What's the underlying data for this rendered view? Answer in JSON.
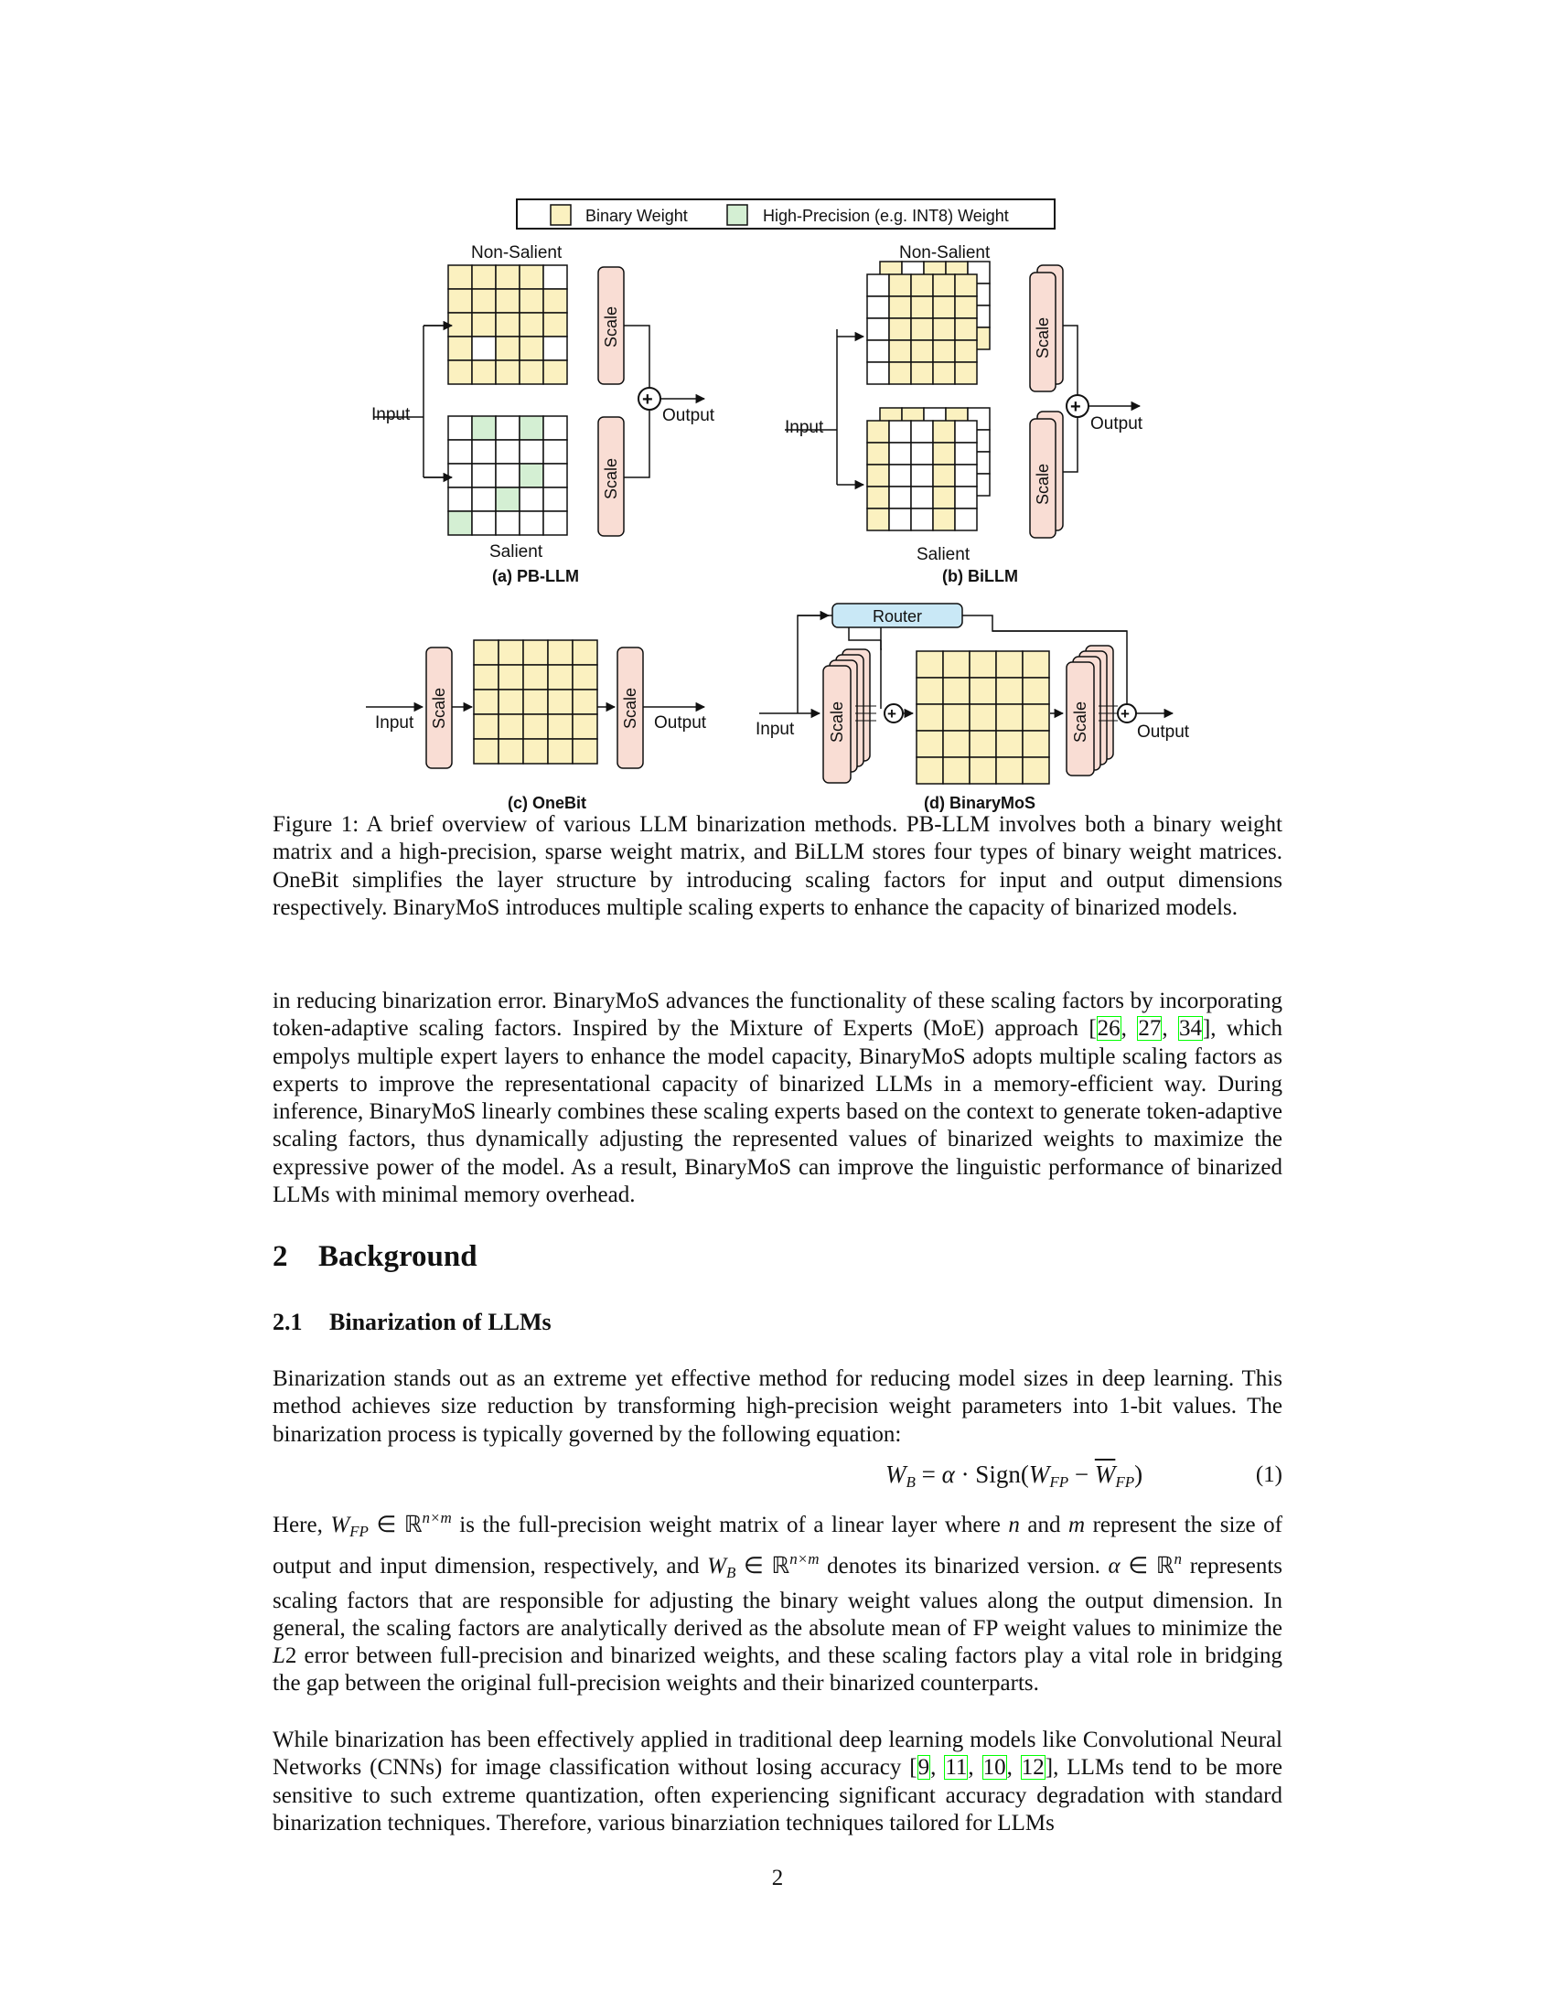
{
  "figure": {
    "legend": {
      "binary": "Binary Weight",
      "high_precision": "High-Precision (e.g. INT8) Weight"
    },
    "labels": {
      "non_salient": "Non-Salient",
      "salient": "Salient",
      "input": "Input",
      "output": "Output",
      "scale": "Scale",
      "router": "Router"
    },
    "panels": {
      "a": "(a) PB-LLM",
      "b": "(b) BiLLM",
      "c": "(c) OneBit",
      "d": "(d) BinaryMoS"
    },
    "colors": {
      "binary_fill": "#fbf1c0",
      "high_precision_fill": "#d4efd3",
      "scale_fill": "#f9ddd4",
      "router_fill": "#c9e8f6"
    }
  },
  "caption": "Figure 1: A brief overview of various LLM binarization methods. PB-LLM involves both a binary weight matrix and a high-precision, sparse weight matrix, and BiLLM stores four types of binary weight matrices. OneBit simplifies the layer structure by introducing scaling factors for input and output dimensions respectively. BinaryMoS introduces multiple scaling experts to enhance the capacity of binarized models.",
  "intro_paragraph": {
    "part1": "in reducing binarization error. BinaryMoS advances the functionality of these scaling factors by incorporating token-adaptive scaling factors. Inspired by the Mixture of Experts (MoE) approach [",
    "cite1": "26",
    "sep1": ", ",
    "cite2": "27",
    "sep2": ", ",
    "cite3": "34",
    "part2": "], which empolys multiple expert layers to enhance the model capacity, BinaryMoS adopts multiple scaling factors as experts to improve the representational capacity of binarized LLMs in a memory-efficient way. During inference, BinaryMoS linearly combines these scaling experts based on the context to generate token-adaptive scaling factors, thus dynamically adjusting the represented values of binarized weights to maximize the expressive power of the model. As a result, BinaryMoS can improve the linguistic performance of binarized LLMs with minimal memory overhead."
  },
  "section": {
    "number": "2",
    "title": "Background"
  },
  "subsection": {
    "number": "2.1",
    "title": "Binarization of LLMs"
  },
  "para_binarization": "Binarization stands out as an extreme yet effective method for reducing model sizes in deep learning. This method achieves size reduction by transforming high-precision weight parameters into 1-bit values. The binarization process is typically governed by the following equation:",
  "equation": {
    "number": "(1)"
  },
  "para_here": {
    "t1": "Here, ",
    "t2": " is the full-precision weight matrix of a linear layer where ",
    "t3": " and ",
    "t4": " represent the size of output and input dimension, respectively, and ",
    "t5": " denotes its binarized version. ",
    "t6": " represents scaling factors that are responsible for adjusting the binary weight values along the output dimension. In general, the scaling factors are analytically derived as the absolute mean of FP weight values to minimize the ",
    "t7": " error between full-precision and binarized weights, and these scaling factors play a vital role in bridging the gap between the original full-precision weights and their binarized counterparts."
  },
  "para_while": {
    "part1": "While binarization has been effectively applied in traditional deep learning models like Convolutional Neural Networks (CNNs) for image classification without losing accuracy [",
    "c1": "9",
    "c2": "11",
    "c3": "10",
    "c4": "12",
    "sep": ", ",
    "part2": "], LLMs tend to be more sensitive to such extreme quantization, often experiencing significant accuracy degradation with standard binarization techniques. Therefore, various binarziation techniques tailored for LLMs"
  },
  "page_number": "2"
}
